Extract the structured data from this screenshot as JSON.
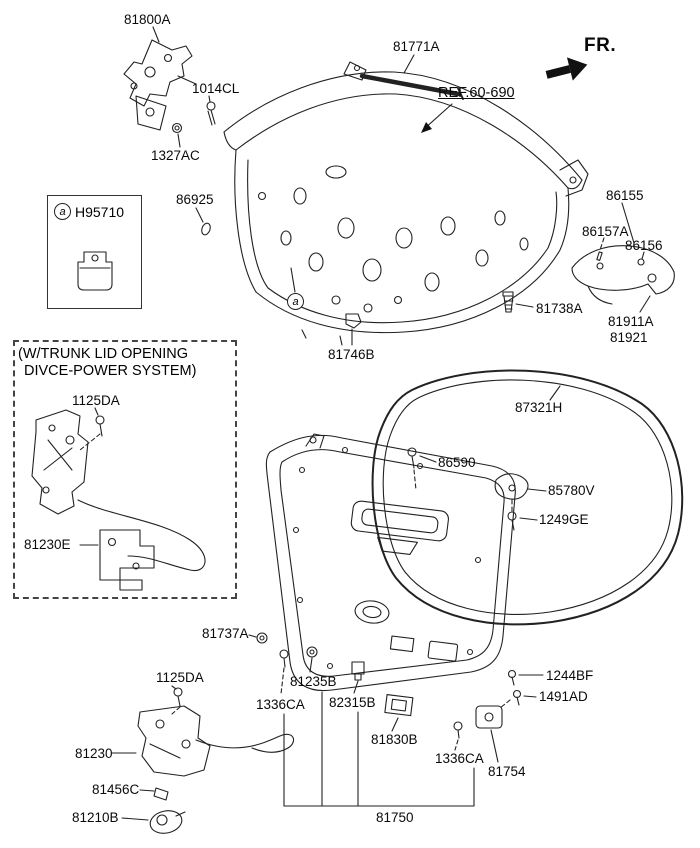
{
  "colors": {
    "background": "#ffffff",
    "line": "#222222",
    "text": "#0a0a0a"
  },
  "direction": {
    "fr_label": "FR."
  },
  "reference": {
    "label": "REF.60-690"
  },
  "note_box": {
    "line1": "(W/TRUNK LID OPENING",
    "line2": "DIVCE-POWER SYSTEM)"
  },
  "inset": {
    "marker": "a",
    "part_code": "H95710"
  },
  "callout": {
    "marker": "a"
  },
  "parts": {
    "hinge_assembly": "81800A",
    "bolt_1014cl": "1014CL",
    "nut_1327ac": "1327AC",
    "torsion_bar": "81771A",
    "clip_86925": "86925",
    "cover_86155": "86155",
    "pin_86157a": "86157A",
    "screw_86156": "86156",
    "screw_81738a": "81738A",
    "cover_81911a": "81911A",
    "cover_81921": "81921",
    "clip_81746b": "81746B",
    "bolt_1125da_power": "1125DA",
    "power_latch": "81230E",
    "weatherstrip": "87321H",
    "screw_86590": "86590",
    "handle_85780v": "85780V",
    "bolt_1249ge": "1249GE",
    "grommet_81737a": "81737A",
    "bolt_1125da_latch": "1125DA",
    "grommet_81235b": "81235B",
    "bolt_1336ca_left": "1336CA",
    "clip_82315b": "82315B",
    "bolt_1244bf": "1244BF",
    "screw_1491ad": "1491AD",
    "latch_81230": "81230",
    "striker_81830b": "81830B",
    "bolt_1336ca_right": "1336CA",
    "clip_81456c": "81456C",
    "bracket_81754": "81754",
    "key_cylinder_81210b": "81210B",
    "trim_panel_81750": "81750"
  }
}
